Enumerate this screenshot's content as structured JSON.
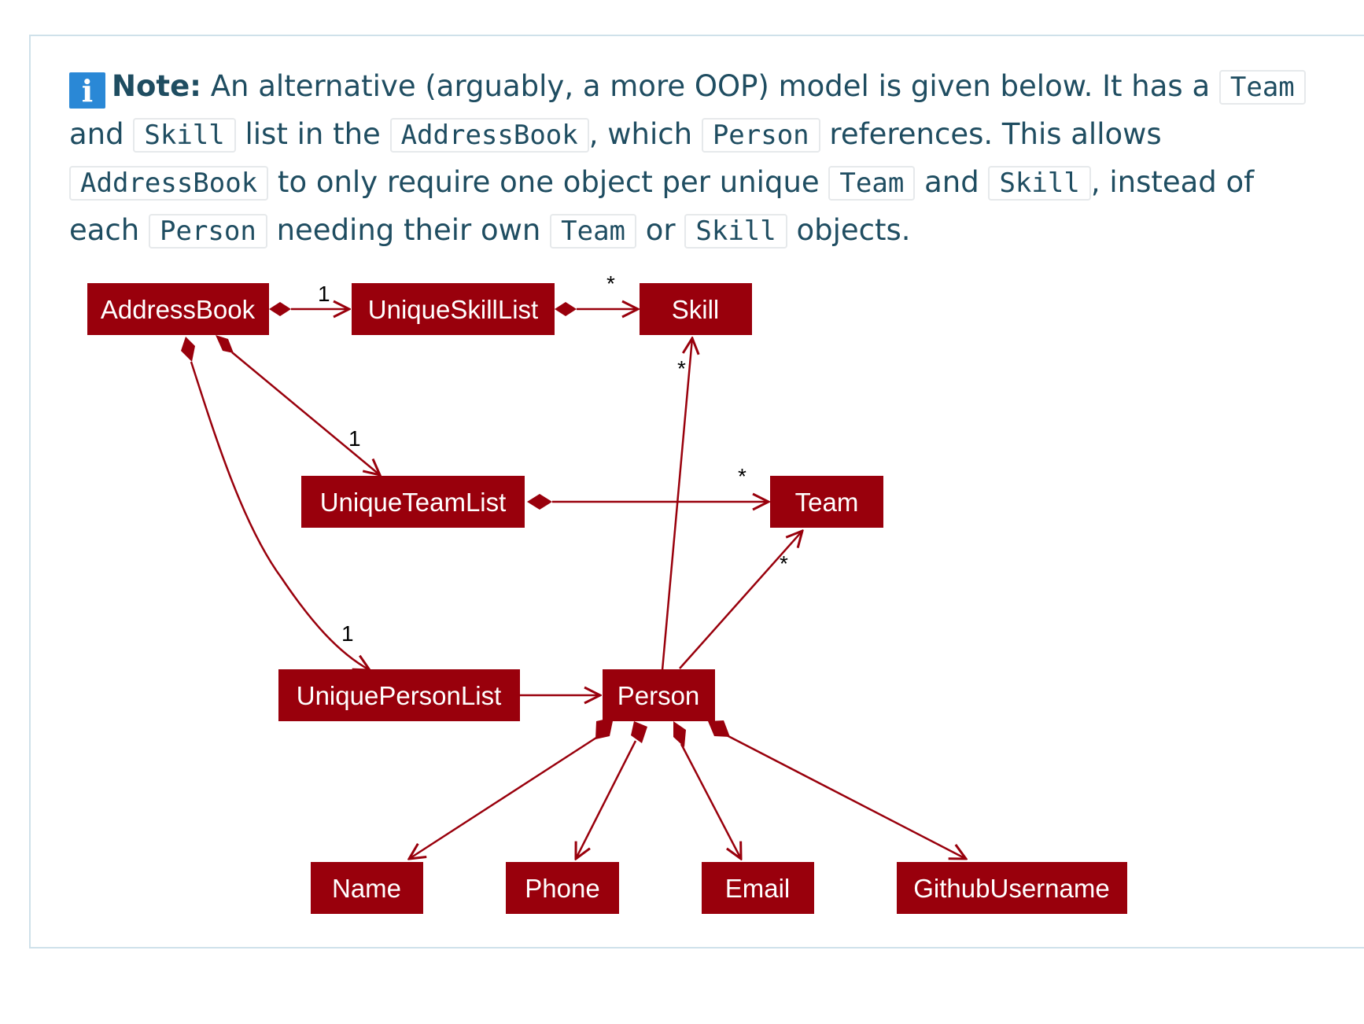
{
  "note": {
    "icon": "info-icon",
    "label": "Note:",
    "t1": " An alternative (arguably, a more OOP) model is given below. It has a ",
    "c1": "Team",
    "t2": " and ",
    "c2": "Skill",
    "t3": " list in the ",
    "c3": "AddressBook",
    "t4": ", which ",
    "c4": "Person",
    "t5": " references. This allows ",
    "c5": "AddressBook",
    "t6": " to only require one object per unique ",
    "c6": "Team",
    "t7": " and ",
    "c7": "Skill",
    "t8": ", instead of each ",
    "c8": "Person",
    "t9": " needing their own ",
    "c9": "Team",
    "t10": " or ",
    "c10": "Skill",
    "t11": " objects."
  },
  "diagram": {
    "classes": {
      "addressbook": "AddressBook",
      "uniqueskilllist": "UniqueSkillList",
      "skill": "Skill",
      "uniqueteamlist": "UniqueTeamList",
      "team": "Team",
      "uniquepersonlist": "UniquePersonList",
      "person": "Person",
      "name": "Name",
      "phone": "Phone",
      "email": "Email",
      "githubusername": "GithubUsername"
    },
    "multiplicities": {
      "ab_skilllist": "1",
      "skilllist_skill": "*",
      "person_skill": "*",
      "ab_teamlist": "1",
      "teamlist_team": "*",
      "person_team": "*",
      "ab_personlist": "1"
    },
    "colors": {
      "class_fill": "#99000c",
      "class_text": "#ffffff",
      "accent_icon": "#2a88d6"
    }
  }
}
